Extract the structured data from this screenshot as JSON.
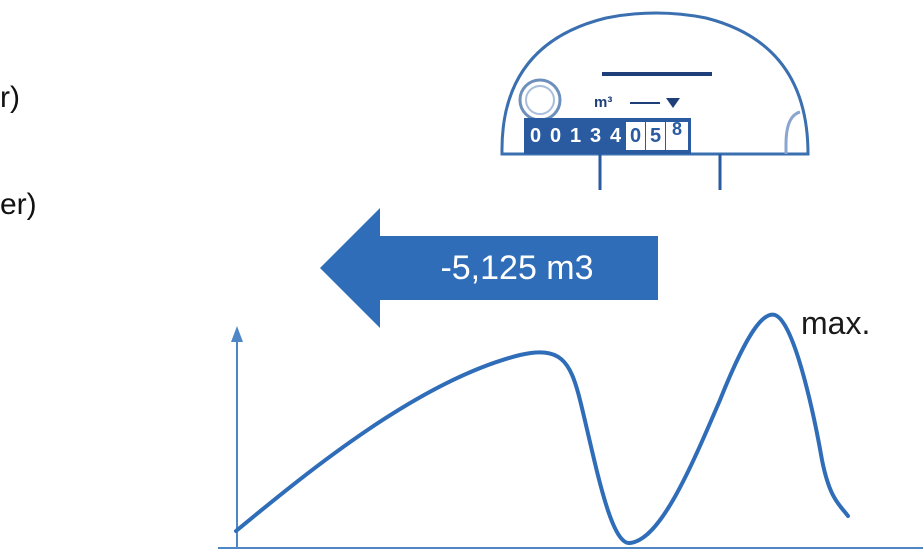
{
  "fragments": {
    "line1": "r)",
    "line2": "er)"
  },
  "meter": {
    "unit_label": "m³",
    "digits": [
      "0",
      "0",
      "1",
      "3",
      "4",
      "0",
      "5",
      "8"
    ],
    "colors": {
      "counter_blue": "#2a5aa0",
      "outline": "#2a5aa0"
    }
  },
  "arrow": {
    "label": "-5,125 m3",
    "color": "#2f6db8"
  },
  "curve": {
    "peak_label": "max.",
    "color": "#2f6db8"
  }
}
